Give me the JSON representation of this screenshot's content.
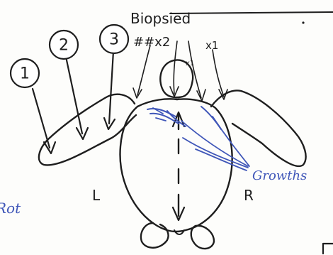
{
  "diagram": {
    "annotations": {
      "biopsied": "Biopsied",
      "count_left": "##x2",
      "count_right": "x1",
      "count_small": "x1"
    },
    "callouts": [
      {
        "number": "1"
      },
      {
        "number": "2"
      },
      {
        "number": "3"
      }
    ],
    "side_labels": {
      "left": "L",
      "right": "R"
    },
    "growths_label": "Growths",
    "partial_text": "Rot"
  },
  "colors": {
    "pencil": "#1e1e1e",
    "blue_ink": "#3f56b8",
    "paper": "#fdfdfb"
  },
  "icons": {
    "turtle": "turtle-outline-icon"
  }
}
